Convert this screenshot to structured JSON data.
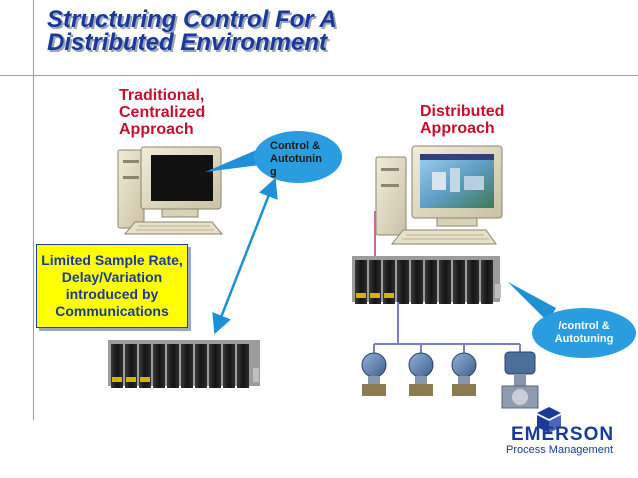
{
  "title": {
    "line1": "Structuring Control For A",
    "line2": "Distributed Environment"
  },
  "traditional": {
    "line1": "Traditional,",
    "line2": "Centralized",
    "line3": "Approach"
  },
  "distributed": {
    "line1": "Distributed",
    "line2": "Approach"
  },
  "callout_control": {
    "line1": "Control &",
    "line2": "Autotunin",
    "line3": "g"
  },
  "limited_box": {
    "line1": "Limited Sample Rate,",
    "line2": "Delay/Variation",
    "line3": "introduced by",
    "line4": "Communications"
  },
  "callout_autotuning": {
    "line1": "/control &",
    "line2": "Autotuning"
  },
  "logo": {
    "brand": "EMERSON",
    "division": "Process Management"
  },
  "colors": {
    "title": "#1a3a9a",
    "red_label": "#c8102e",
    "callout_blue": "#1e90d6",
    "yellow": "#ffff00",
    "bus": "#7b7bd0",
    "pink_link": "#c86b9a"
  }
}
